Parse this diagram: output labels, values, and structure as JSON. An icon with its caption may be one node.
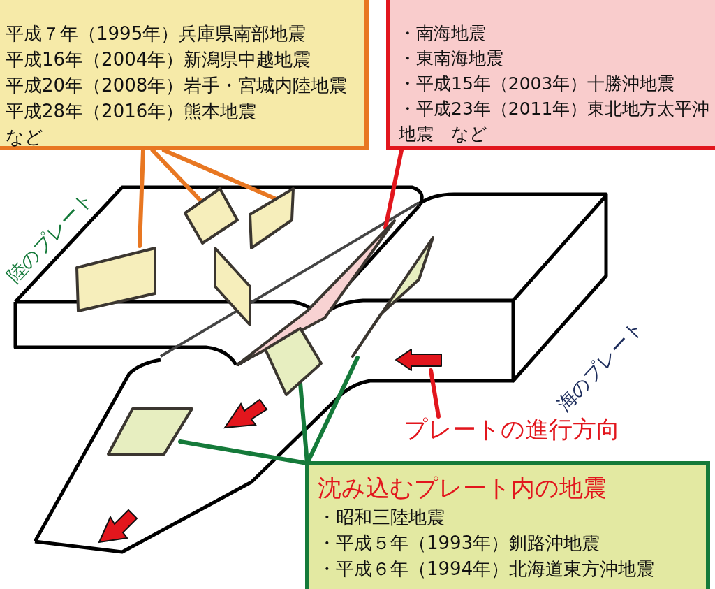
{
  "diagram": {
    "nodes": [
      {
        "text": [
          "平成７年（1995年）兵庫県南部地震",
          "平成16年（2004年）新潟県中越地震",
          "平成20年（2008年）岩手・宮城内陸地震",
          "平成28年（2016年）熊本地震",
          "など"
        ]
      },
      {
        "text": [
          "・南海地震",
          "・東南海地震",
          "・平成15年（2003年）十勝沖地震",
          "・平成23年（2011年）東北地方太平沖地震　など"
        ]
      },
      {
        "text": [
          "沈み込むプレート内の地震",
          "・昭和三陸地震",
          "・平成５年（1993年）釧路沖地震",
          "・平成６年（1994年）北海道東方沖地震"
        ]
      },
      {
        "text": [],
        "shape": "box"
      },
      {
        "text": [],
        "shape": "box"
      },
      {
        "text": [],
        "shape": "box"
      },
      {
        "text": [],
        "shape": "box"
      },
      {
        "text": [],
        "shape": "box"
      },
      {
        "text": [],
        "shape": "box"
      },
      {
        "text": [],
        "shape": "box"
      },
      {
        "text": [],
        "shape": "box"
      },
      {
        "text": [
          "プレートの進行方向"
        ]
      },
      {
        "text": [],
        "shape": "arrow"
      }
    ],
    "edges": [
      {
        "from": 0,
        "to": 3,
        "arrow": "none",
        "color": "#e87722"
      },
      {
        "from": 0,
        "to": 4,
        "arrow": "none",
        "color": "#e87722"
      },
      {
        "from": 0,
        "to": 6,
        "arrow": "none",
        "color": "#e87722"
      },
      {
        "from": 1,
        "to": 7,
        "arrow": "none",
        "color": "#e2161d"
      },
      {
        "from": 2,
        "to": 10,
        "arrow": "none",
        "color": "#157a3a"
      },
      {
        "from": 2,
        "to": 8,
        "arrow": "none",
        "color": "#157a3a"
      },
      {
        "from": 2,
        "to": 9,
        "arrow": "none",
        "color": "#157a3a"
      },
      {
        "from": 11,
        "to": 12,
        "arrow": "none",
        "color": "#e2161d"
      }
    ],
    "labels": [
      "陸のプレート",
      "海のプレート"
    ]
  }
}
